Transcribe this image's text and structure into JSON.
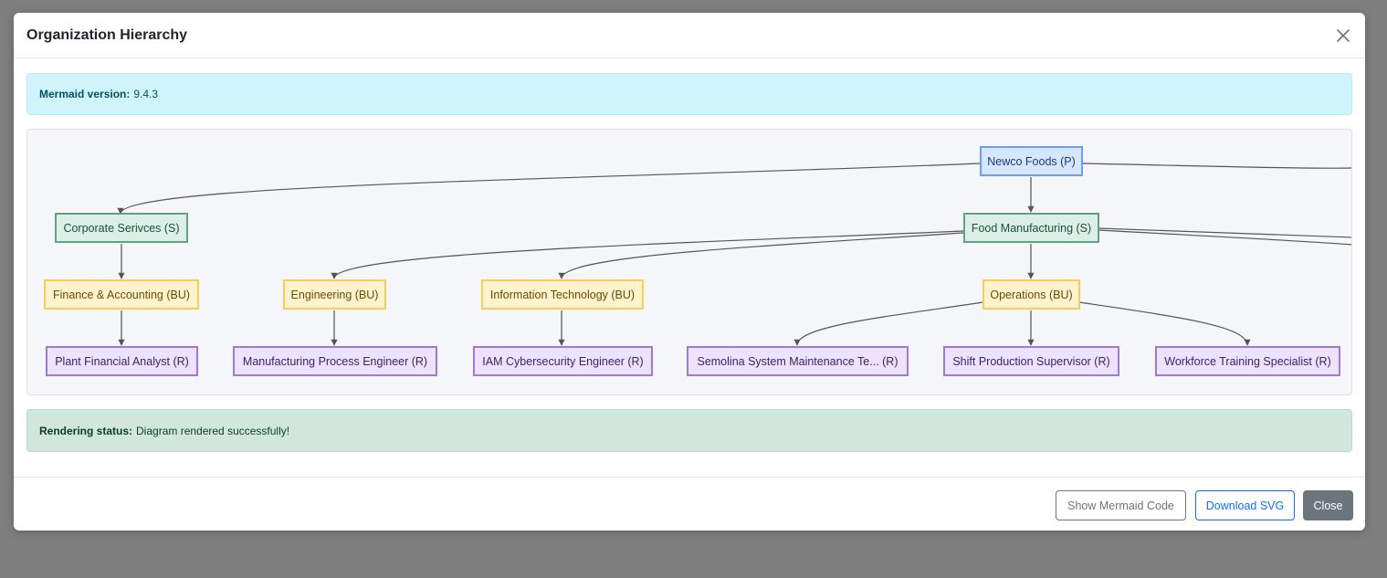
{
  "modal": {
    "title": "Organization Hierarchy",
    "close_icon": "close-icon"
  },
  "info_alert": {
    "label": "Mermaid version:",
    "value": "9.4.3"
  },
  "diagram": {
    "nodes": {
      "newco": "Newco Foods (P)",
      "corporate": "Corporate Serivces (S)",
      "food": "Food Manufacturing (S)",
      "finance": "Finance & Accounting (BU)",
      "engineering": "Engineering (BU)",
      "it": "Information Technology (BU)",
      "operations": "Operations (BU)",
      "analyst": "Plant Financial Analyst (R)",
      "process_engineer": "Manufacturing Process Engineer (R)",
      "iam": "IAM Cybersecurity Engineer (R)",
      "semolina": "Semolina System Maintenance Te... (R)",
      "shift": "Shift Production Supervisor (R)",
      "training": "Workforce Training Specialist (R)"
    },
    "colors": {
      "parent": "#6c9df5",
      "subsidiary": "#62a182",
      "business_unit": "#f8cd5a",
      "role": "#9e7ad6",
      "edge": "#555555"
    }
  },
  "status_alert": {
    "label": "Rendering status:",
    "value": "Diagram rendered successfully!"
  },
  "footer": {
    "show_code": "Show Mermaid Code",
    "download_svg": "Download SVG",
    "close": "Close"
  }
}
